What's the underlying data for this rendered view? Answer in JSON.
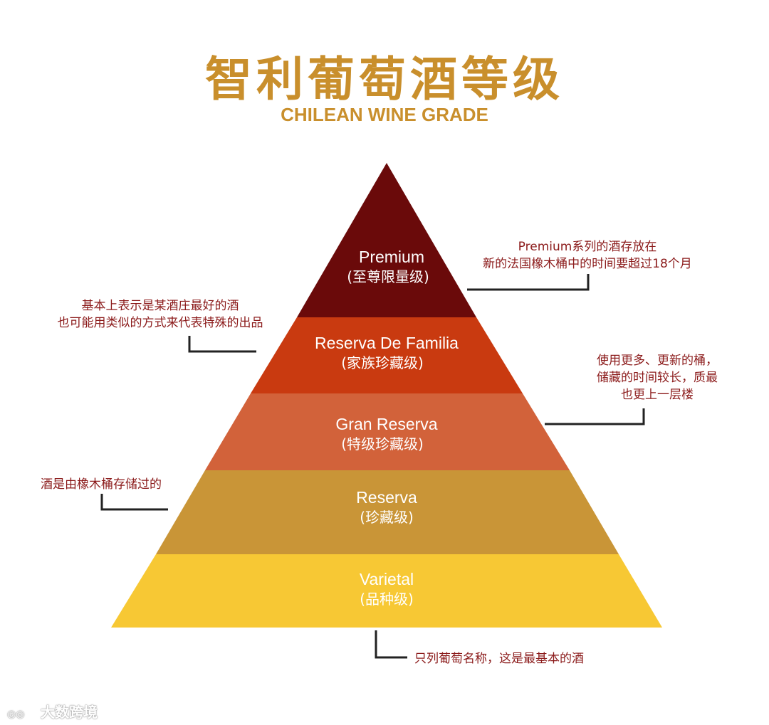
{
  "title": "智利葡萄酒等级",
  "subtitle": "CHILEAN WINE GRADE",
  "colors": {
    "title": "#c98f2c",
    "premium": "#6a0a0a",
    "reserva_de_familia": "#c93a10",
    "gran_reserva": "#d2623a",
    "reserva": "#c99537",
    "varietal": "#f7c834",
    "annotation_text": "#8b1a1a"
  },
  "levels": [
    {
      "en": "Premium",
      "cn": "(至尊限量级)"
    },
    {
      "en": "Reserva De Familia",
      "cn": "(家族珍藏级)"
    },
    {
      "en": "Gran Reserva",
      "cn": "(特级珍藏级)"
    },
    {
      "en": "Reserva",
      "cn": "(珍藏级)"
    },
    {
      "en": "Varietal",
      "cn": "(品种级)"
    }
  ],
  "annotations": {
    "premium": {
      "line1": "Premium系列的酒存放在",
      "line2": "新的法国橡木桶中的时间要超过18个月"
    },
    "familia": {
      "line1": "基本上表示是某酒庄最好的酒",
      "line2": "也可能用类似的方式来代表特殊的出品"
    },
    "gran_reserva": {
      "line1": "使用更多、更新的桶，",
      "line2": "储藏的时间较长，质最",
      "line3": "也更上一层楼"
    },
    "reserva": {
      "line1": "酒是由橡木桶存储过的"
    },
    "varietal": {
      "line1": "只列葡萄名称，这是最基本的酒"
    }
  },
  "watermark": {
    "icon": "logo-icon",
    "text": "大数跨境"
  }
}
